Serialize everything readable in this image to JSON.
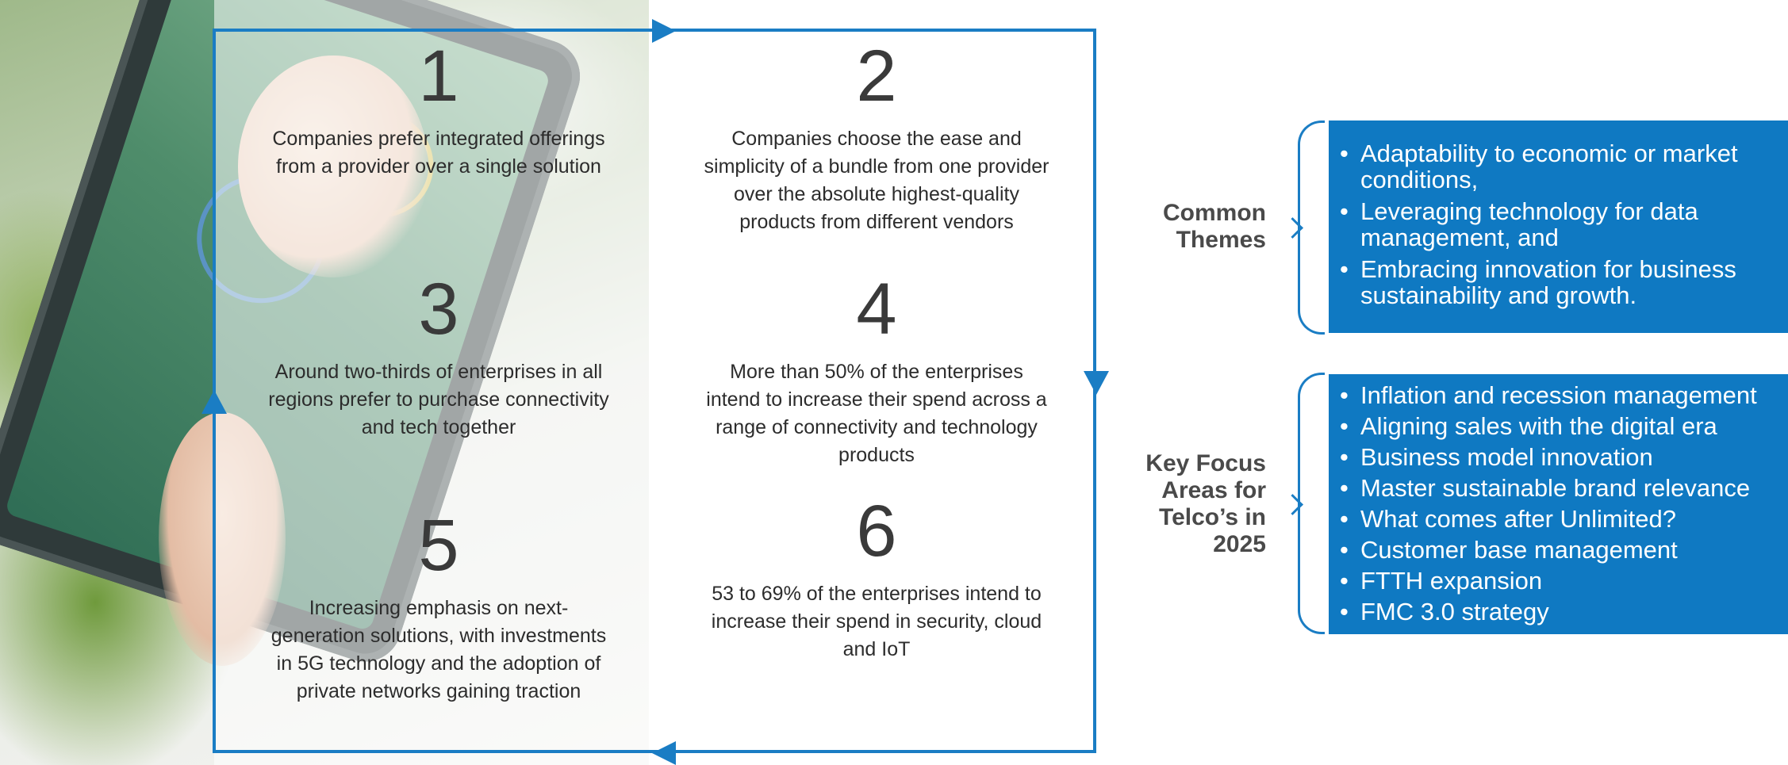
{
  "findings": [
    {
      "number": "1",
      "text": "Companies prefer integrated offerings from a provider over a single solution"
    },
    {
      "number": "2",
      "text": "Companies choose the ease and simplicity of a bundle from one provider over the absolute highest-quality products from different vendors"
    },
    {
      "number": "3",
      "text": "Around two-thirds of enterprises in all regions prefer to purchase connectivity and tech together"
    },
    {
      "number": "4",
      "text": "More than 50% of the enterprises intend to increase their spend across a range of connectivity and technology products"
    },
    {
      "number": "5",
      "text": "Increasing emphasis on next-generation solutions, with investments in 5G technology and the adoption of private networks gaining traction"
    },
    {
      "number": "6",
      "text": "53 to 69% of the enterprises intend to increase their spend in security, cloud and IoT"
    }
  ],
  "common_themes": {
    "label": "Common Themes",
    "items": [
      "Adaptability to economic or market conditions,",
      "Leveraging technology for data management, and",
      "Embracing innovation for business sustainability and growth."
    ]
  },
  "key_focus": {
    "label": "Key Focus Areas for Telco’s in 2025",
    "items": [
      "Inflation and recession management",
      "Aligning sales with the digital era",
      "Business model innovation",
      "Master sustainable brand relevance",
      "What comes after Unlimited?",
      "Customer base management",
      "FTTH expansion",
      "FMC 3.0 strategy"
    ]
  },
  "colors": {
    "accent": "#1a7dc4",
    "box_fill": "#0f79c2",
    "number_text": "#3a3a3a"
  }
}
